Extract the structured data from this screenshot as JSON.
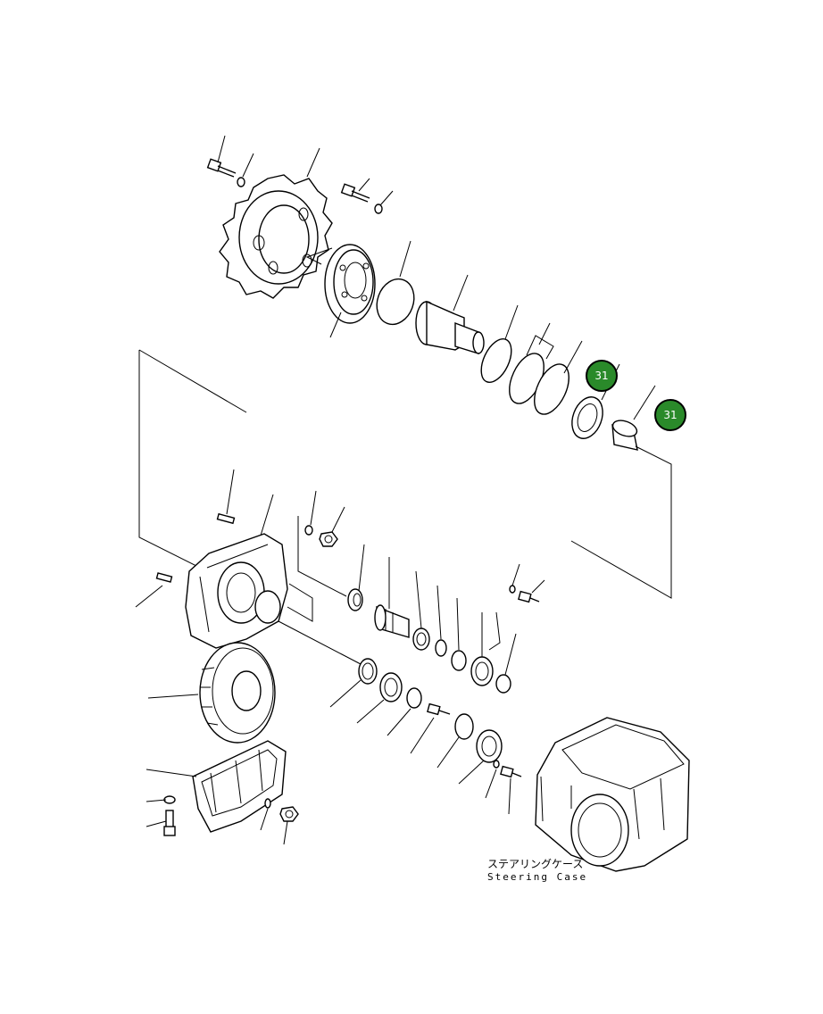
{
  "callouts": [
    {
      "label": "31",
      "color": "#2a8a2a"
    },
    {
      "label": "31",
      "color": "#2a8a2a"
    }
  ],
  "caption": {
    "japanese": "ステアリングケース",
    "english": "Steering Case"
  }
}
